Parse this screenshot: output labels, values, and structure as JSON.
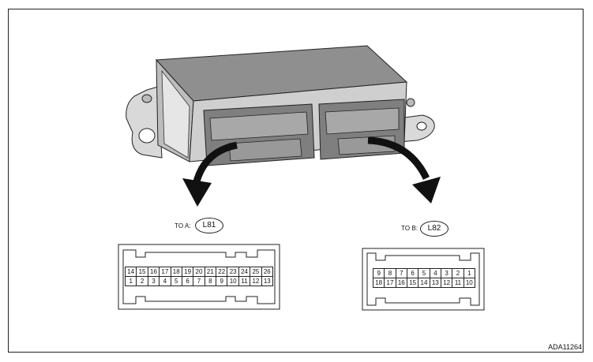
{
  "connector_a": {
    "label": "TO A:",
    "code": "L81",
    "row_top": [
      "14",
      "15",
      "16",
      "17",
      "18",
      "19",
      "20",
      "21",
      "22",
      "23",
      "24",
      "25",
      "26"
    ],
    "row_bottom": [
      "1",
      "2",
      "3",
      "4",
      "5",
      "6",
      "7",
      "8",
      "9",
      "10",
      "11",
      "12",
      "13"
    ]
  },
  "connector_b": {
    "label": "TO B:",
    "code": "L82",
    "row_top": [
      "9",
      "8",
      "7",
      "6",
      "5",
      "4",
      "3",
      "2",
      "1"
    ],
    "row_bottom": [
      "18",
      "17",
      "16",
      "15",
      "14",
      "13",
      "12",
      "11",
      "10"
    ]
  },
  "figure_code": "ADA11264"
}
